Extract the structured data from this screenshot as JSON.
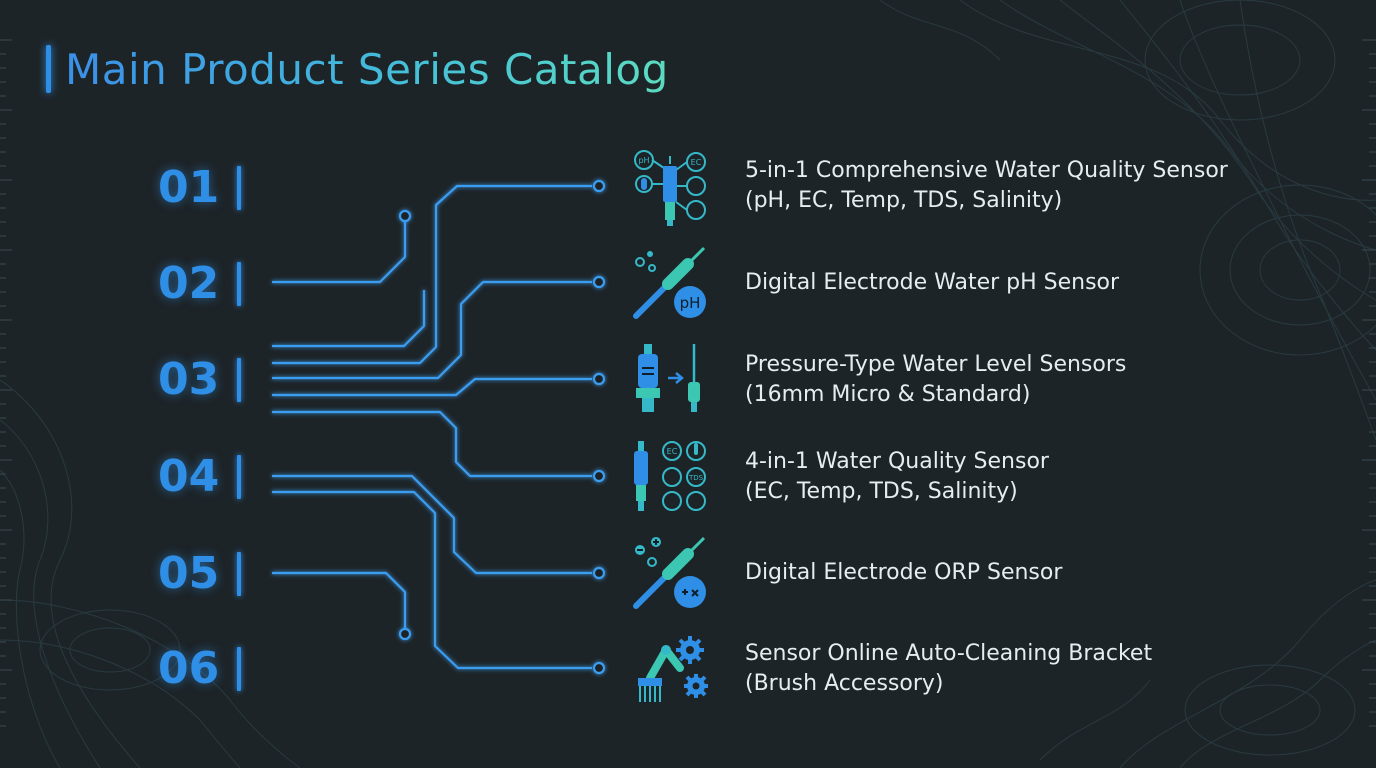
{
  "header": {
    "title": "Main Product Series Catalog"
  },
  "colors": {
    "background": "#1d2428",
    "accent_blue": "#2f8fe6",
    "accent_teal": "#3cc7b3",
    "text": "#e6ecef"
  },
  "products": [
    {
      "number": "01",
      "line1": "5-in-1 Comprehensive Water Quality Sensor",
      "line2": "(pH, EC, Temp, TDS, Salinity)",
      "icon": "multi-parameter-probe-icon"
    },
    {
      "number": "02",
      "line1": "Digital Electrode Water pH Sensor",
      "line2": "",
      "icon": "ph-electrode-icon"
    },
    {
      "number": "03",
      "line1": "Pressure-Type Water Level Sensors",
      "line2": "(16mm Micro & Standard)",
      "icon": "pressure-level-sensor-icon"
    },
    {
      "number": "04",
      "line1": "4-in-1 Water Quality Sensor",
      "line2": "(EC, Temp, TDS, Salinity)",
      "icon": "four-in-one-probe-icon"
    },
    {
      "number": "05",
      "line1": "Digital Electrode ORP Sensor",
      "line2": "",
      "icon": "orp-electrode-icon"
    },
    {
      "number": "06",
      "line1": "Sensor Online Auto-Cleaning Bracket",
      "line2": "(Brush Accessory)",
      "icon": "cleaning-bracket-icon"
    }
  ],
  "icon_text": {
    "ph": "pH",
    "ec": "EC",
    "tds": "TDS"
  }
}
